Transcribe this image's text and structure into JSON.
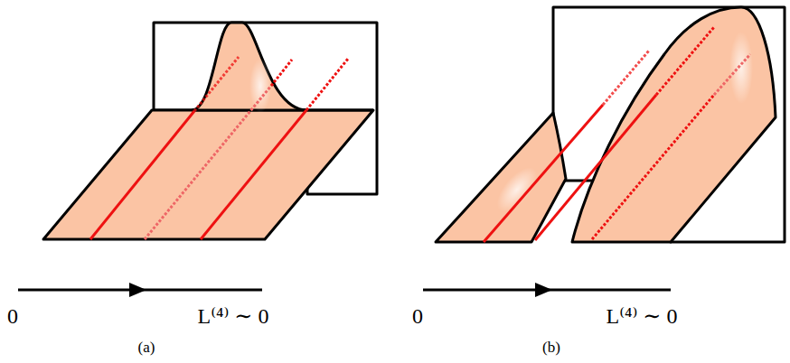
{
  "diagram": {
    "labels": [
      "0",
      "L⁽⁴⁾ ∼ 0",
      "(a)",
      "0",
      "L⁽⁴⁾ ∼ 0",
      "(b)"
    ]
  }
}
